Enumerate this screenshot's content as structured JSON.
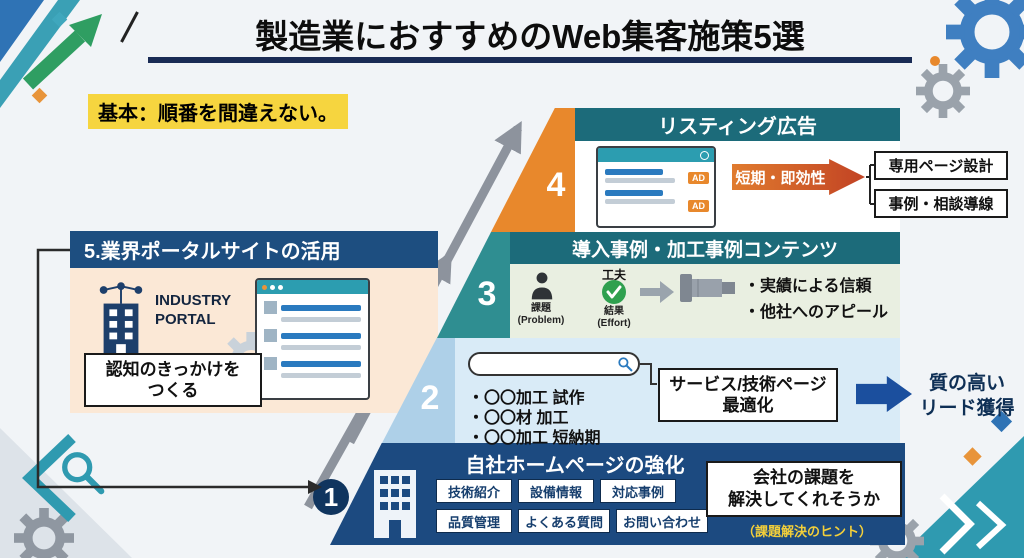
{
  "title": "製造業におすすめのWeb集客施策5選",
  "subtitle": "基本：順番を間違えない。",
  "portal": {
    "header": "5.業界ポータルサイトの活用",
    "brand": "INDUSTRY\nPORTAL",
    "note": "認知のきっかけを\nつくる"
  },
  "levels": {
    "level4": {
      "number": "4",
      "header": "リスティング広告",
      "ad_label": "AD",
      "arrow_label": "短期・即効性",
      "box1": "専用ページ設計",
      "box2": "事例・相談導線"
    },
    "level3": {
      "number": "3",
      "header": "導入事例・加工事例コンテンツ",
      "problem": "課題\n(Problem)",
      "effort_title": "工夫",
      "effort": "結果\n(Effort)",
      "bullets": [
        "・実績による信頼",
        "・他社へのアピール"
      ]
    },
    "level2": {
      "number": "2",
      "keywords": [
        "・〇〇加工 試作",
        "・〇〇材 加工",
        "・〇〇加工 短納期"
      ],
      "box": "サービス/技術ページ\n最適化",
      "result": "質の高い\nリード獲得"
    },
    "level1": {
      "number": "1",
      "header": "自社ホームページの強化",
      "tags": [
        "技術紹介",
        "設備情報",
        "対応事例",
        "品質管理",
        "よくある質問",
        "お問い合わせ"
      ],
      "box": "会社の課題を\n解決してくれそうか",
      "hint": "（課題解決のヒント）"
    }
  },
  "colors": {
    "teal_header": "#1c6b7a",
    "orange": "#e8882c",
    "navy": "#1c4a80",
    "yellow": "#f6d53f"
  }
}
